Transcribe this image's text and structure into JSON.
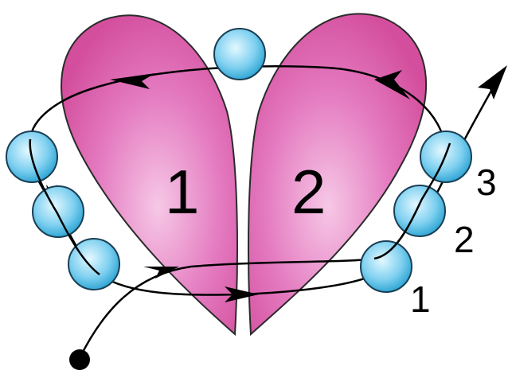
{
  "petals": [
    {
      "id": "left",
      "label": "1"
    },
    {
      "id": "right",
      "label": "2"
    }
  ],
  "bead_labels": [
    "1",
    "2",
    "3"
  ],
  "colors": {
    "petal_center": "#f6c8e6",
    "petal_mid": "#e47ac0",
    "petal_edge": "#d34e9c",
    "petal_stroke": "#2b2b2b",
    "bead_center": "#d9f4ff",
    "bead_edge": "#2aa3d2",
    "bead_stroke": "#1a3f55",
    "thread": "#000000",
    "background": "#ffffff"
  },
  "icons": {
    "bead": "blue-seed-bead",
    "thread_start": "black-dot-start",
    "arrowhead": "direction-arrow"
  }
}
